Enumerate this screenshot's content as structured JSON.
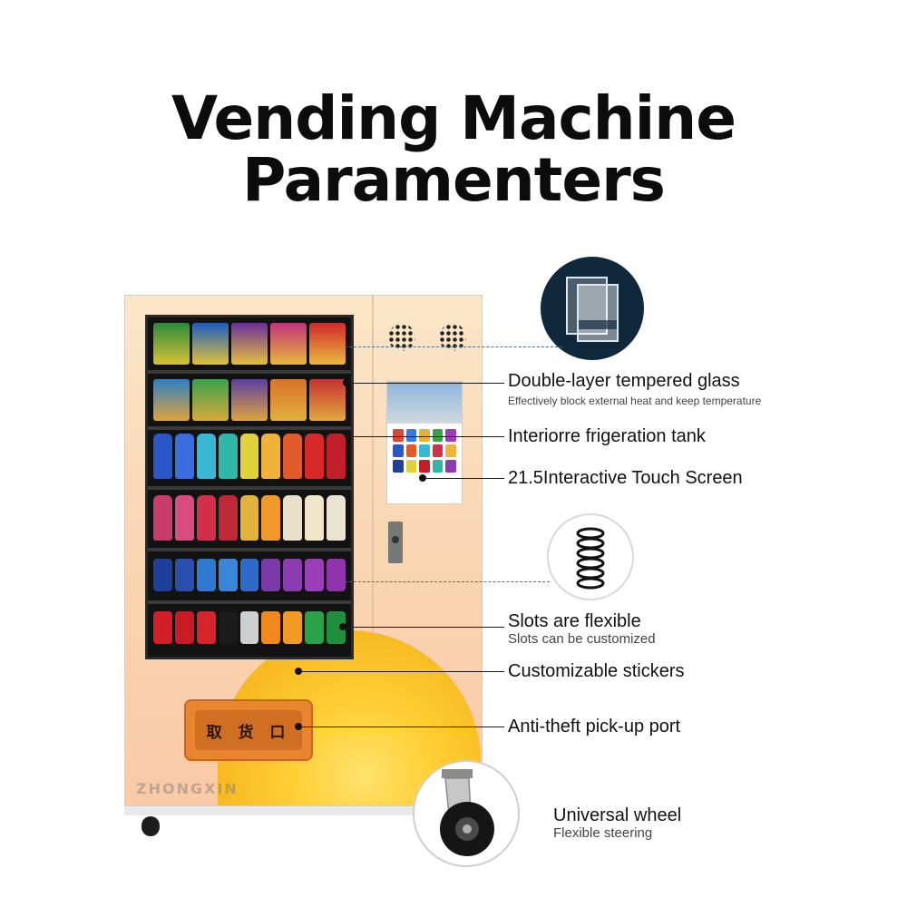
{
  "title": {
    "line1": "Vending Machine",
    "line2": "Paramenters"
  },
  "machine": {
    "pickup_port_text": "取 货 口",
    "watermark": "ZHONGXIN",
    "colors": {
      "body": "#fbe0bf",
      "glass_frame": "#121212",
      "pickup_port": "#e9852f",
      "orange_slice": "#ffcf2e"
    }
  },
  "callouts": {
    "glass": {
      "label": "Double-layer tempered glass",
      "sub": "Effectively block external heat and keep temperature",
      "icon": "glass-panes-icon"
    },
    "refrigeration": {
      "label": "Interiorre frigeration tank"
    },
    "touch_screen": {
      "label": "21.5Interactive Touch Screen"
    },
    "slots": {
      "label": "Slots are flexible",
      "sub": "Slots can be customized",
      "icon": "spring-coil-icon"
    },
    "stickers": {
      "label": "Customizable stickers"
    },
    "pickup": {
      "label": "Anti-theft pick-up port"
    },
    "wheel": {
      "label": "Universal wheel",
      "sub": "Flexible steering",
      "icon": "caster-wheel-icon"
    }
  }
}
